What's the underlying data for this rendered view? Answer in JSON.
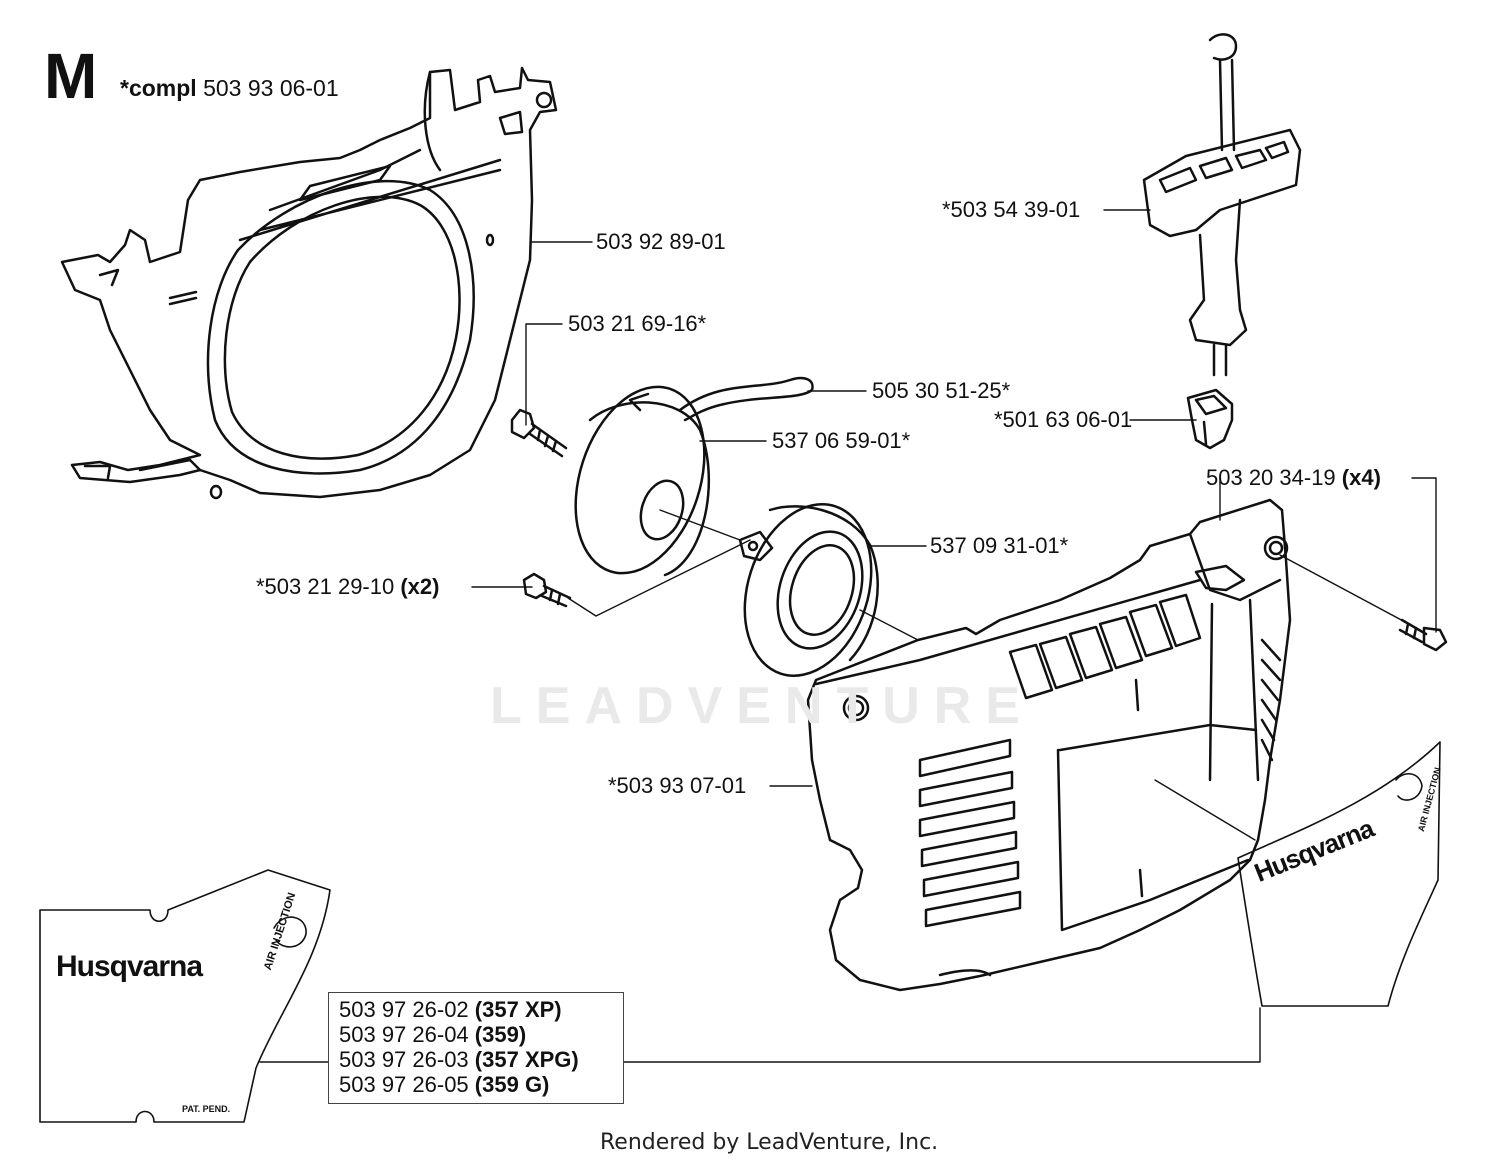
{
  "header": {
    "section": "M",
    "compl_prefix": "*compl",
    "compl_number": "503 93 06-01"
  },
  "watermark": "LEADVENTURE",
  "footer": "Rendered by LeadVenture, Inc.",
  "parts": [
    {
      "id": "p1",
      "number": "503 92 89-01",
      "qty": ""
    },
    {
      "id": "p2",
      "number": "503 21 69-16*",
      "qty": ""
    },
    {
      "id": "p3",
      "number": "505 30 51-25*",
      "qty": ""
    },
    {
      "id": "p4",
      "number": "537 06 59-01*",
      "qty": ""
    },
    {
      "id": "p5",
      "number": "537 09 31-01*",
      "qty": ""
    },
    {
      "id": "p6",
      "number": "*503 21 29-10",
      "qty": "(x2)"
    },
    {
      "id": "p7",
      "number": "*503 54 39-01",
      "qty": ""
    },
    {
      "id": "p8",
      "number": "*501 63 06-01",
      "qty": ""
    },
    {
      "id": "p9",
      "number": "503 20 34-19",
      "qty": "(x4)"
    },
    {
      "id": "p10",
      "number": "*503 93 07-01",
      "qty": ""
    }
  ],
  "decals": [
    {
      "number": "503 97 26-02",
      "model": "(357 XP)"
    },
    {
      "number": "503 97 26-04",
      "model": "(359)"
    },
    {
      "number": "503 97 26-03",
      "model": "(357 XPG)"
    },
    {
      "number": "503 97 26-05",
      "model": "(359 G)"
    }
  ],
  "decal_text": {
    "brand": "Husqvarna",
    "feature": "AIR INJECTION",
    "patent": "PAT. PEND."
  }
}
